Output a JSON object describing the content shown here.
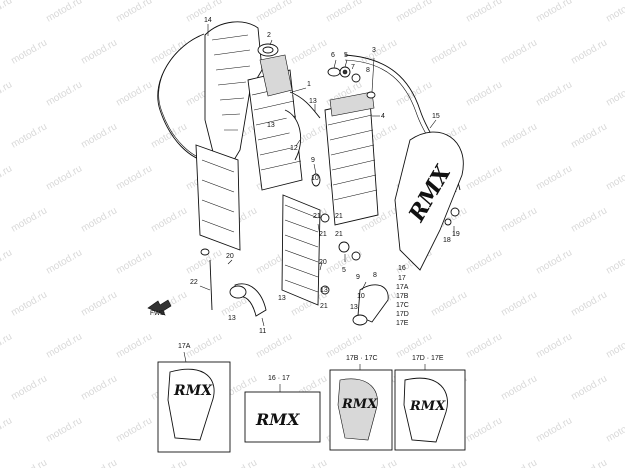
{
  "watermark": "motod.ru",
  "callouts": [
    "1",
    "2",
    "3",
    "4",
    "5",
    "6",
    "7",
    "8",
    "9",
    "10",
    "11",
    "12",
    "13",
    "14",
    "15",
    "16",
    "17",
    "17A",
    "17B",
    "17C",
    "17D",
    "17E",
    "18",
    "19",
    "20",
    "21",
    "22"
  ],
  "decal_boxes": [
    {
      "label": "17A",
      "text": "RMX"
    },
    {
      "label": "16 · 17",
      "text": "RMX"
    },
    {
      "label": "17B · 17C",
      "text": "RMX"
    },
    {
      "label": "17D · 17E",
      "text": "RMX"
    }
  ],
  "fwd_text": "FWD"
}
